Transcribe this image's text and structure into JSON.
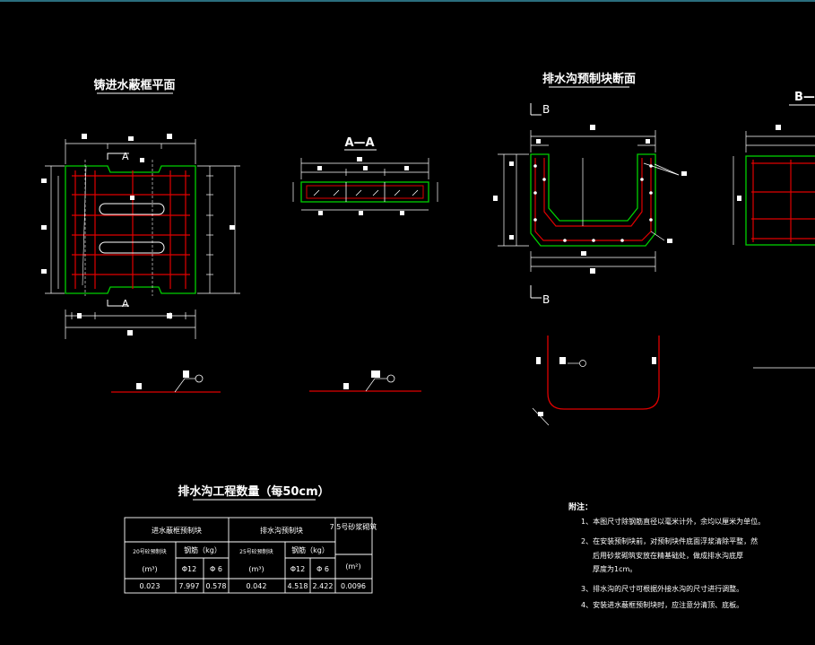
{
  "titles": {
    "plan": "铸进水蔽框平面",
    "aa": "A—A",
    "precast": "排水沟预制块断面",
    "bb": "B—"
  },
  "labels": {
    "section_a": "A",
    "section_b": "B"
  },
  "quantity_table": {
    "title": "排水沟工程数量（每50cm）",
    "group1": "进水蔽框预制块",
    "group2": "排水沟预制块",
    "group3": "7.5号砂浆砌筑",
    "g1_concrete": "20号砼预制块",
    "g1_steel": "钢筋（kg）",
    "g2_concrete": "25号砼预制块",
    "g2_steel": "钢筋（kg）",
    "unit_m3_a": "(m³)",
    "unit_m3_b": "(m³)",
    "unit_m3_c": "(m²)",
    "phi12_a": "Φ12",
    "phi6_a": "Φ 6",
    "phi12_b": "Φ12",
    "phi6_b": "Φ 6",
    "v1": "0.023",
    "v2": "7.997",
    "v3": "0.578",
    "v4": "0.042",
    "v5": "4.518",
    "v6": "2.422",
    "v7": "0.0096"
  },
  "notes": {
    "heading": "附注：",
    "n1": "1、本图尺寸除钢筋直径以毫米计外，余均以厘米为单位。",
    "n2a": "2、在安装预制块前，对预制块件底面浮浆清除平整，然",
    "n2b": "后用砂浆砌筑安放在精基础处，做成排水沟底厚",
    "n2c": "厚度为1cm。",
    "n3": "3、排水沟的尺寸可根据外接水沟的尺寸进行调整。",
    "n4": "4、安装进水蔽框预制块时，应注意分清顶、底板。"
  },
  "colors": {
    "outline": "#00d000",
    "rebar": "#e00000",
    "linework": "#ffffff"
  }
}
